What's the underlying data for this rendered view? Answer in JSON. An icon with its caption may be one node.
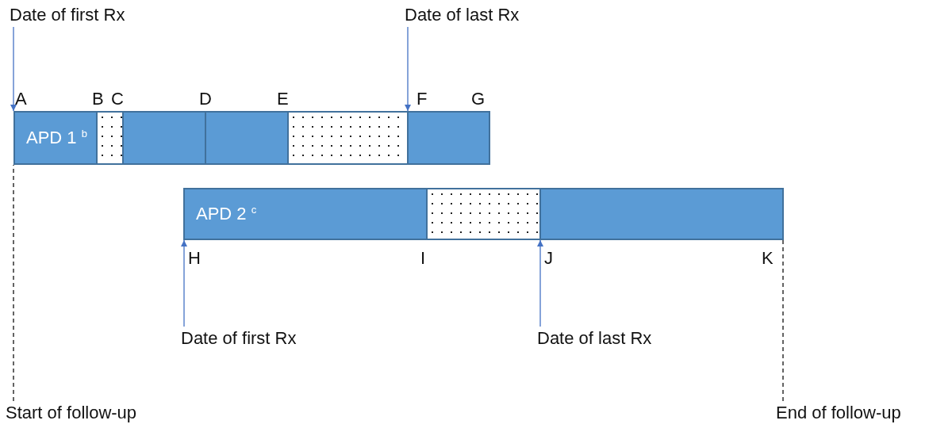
{
  "diagram": {
    "nodes": [
      {
        "text": [
          "Date of first Rx"
        ]
      },
      {
        "text": [
          "Date of last Rx"
        ]
      },
      {
        "text": [
          "APD 1 $^{b}$"
        ]
      },
      {
        "text": [],
        "shape": "box"
      },
      {
        "text": [],
        "shape": "box"
      },
      {
        "text": [],
        "shape": "box"
      },
      {
        "text": [],
        "shape": "box"
      },
      {
        "text": [],
        "shape": "box"
      },
      {
        "text": [
          "APD 2 $^{c}$"
        ]
      },
      {
        "text": [],
        "shape": "box"
      },
      {
        "text": [],
        "shape": "box"
      },
      {
        "text": [
          "Date of first Rx"
        ]
      },
      {
        "text": [
          "Date of last Rx"
        ]
      },
      {
        "text": [
          "Start of follow-up"
        ]
      },
      {
        "text": [
          "End of follow-up"
        ]
      }
    ],
    "edges": [
      {
        "from": 0,
        "to": 2,
        "arrow": "to"
      },
      {
        "from": 1,
        "to": 7,
        "arrow": "to"
      },
      {
        "from": 11,
        "to": 8,
        "arrow": "to"
      },
      {
        "from": 12,
        "to": 10,
        "arrow": "to"
      },
      {
        "from": 13,
        "to": 2,
        "arrow": "none",
        "style": "dashed",
        "color": "#111111"
      },
      {
        "from": 14,
        "to": 10,
        "arrow": "none",
        "style": "dashed",
        "color": "#111111"
      }
    ],
    "labels": [
      "A",
      "B",
      "C",
      "D",
      "E",
      "F",
      "G",
      "H",
      "I",
      "J",
      "K"
    ]
  }
}
